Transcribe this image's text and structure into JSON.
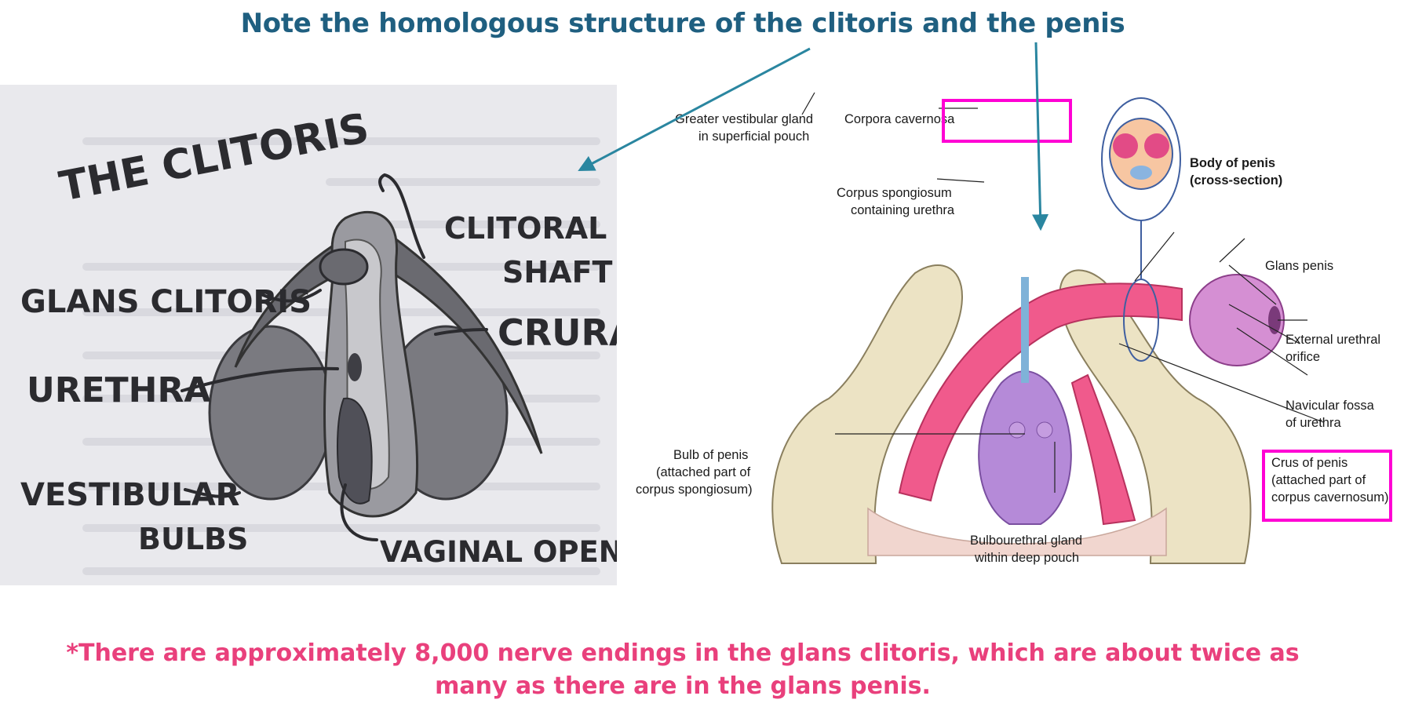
{
  "title": "Note the homologous structure of the clitoris and the penis",
  "left_diagram": {
    "heading": "THE CLITORIS",
    "labels": {
      "clitoral": "CLITORAL",
      "shaft": "SHAFT",
      "glans_clitoris": "GLANS CLITORIS",
      "crura": "CRURA",
      "urethra": "URETHRA",
      "vestibular": "VESTIBULAR",
      "bulbs": "BULBS",
      "vaginal_opening": "VAGINAL OPENING"
    }
  },
  "right_diagram": {
    "labels": {
      "greater_vestibular_1": "Greater vestibular gland",
      "greater_vestibular_2": "in superficial pouch",
      "corpora_cavernosa": "Corpora cavernosa",
      "corpus_spongiosum_1": "Corpus spongiosum",
      "corpus_spongiosum_2": "containing urethra",
      "body_of_penis_1": "Body of penis",
      "body_of_penis_2": "(cross-section)",
      "glans_penis": "Glans penis",
      "external_urethral_1": "External urethral",
      "external_urethral_2": "orifice",
      "navicular_1": "Navicular fossa",
      "navicular_2": "of urethra",
      "bulb_1": "Bulb of penis",
      "bulb_2": "(attached part of",
      "bulb_3": "corpus spongiosum)",
      "crus_1": "Crus of penis",
      "crus_2": "(attached part of",
      "crus_3": "corpus cavernosum)",
      "bulbourethral_1": "Bulbourethral gland",
      "bulbourethral_2": "within deep pouch"
    }
  },
  "footnote": {
    "line1": "*There are approximately 8,000 nerve endings in the glans clitoris, which are about twice as",
    "line2": "many as there are in the glans penis."
  },
  "colors": {
    "title": "#1f5f80",
    "arrow": "#2a86a0",
    "highlight": "#ff00d4",
    "footnote": "#e9407c"
  }
}
